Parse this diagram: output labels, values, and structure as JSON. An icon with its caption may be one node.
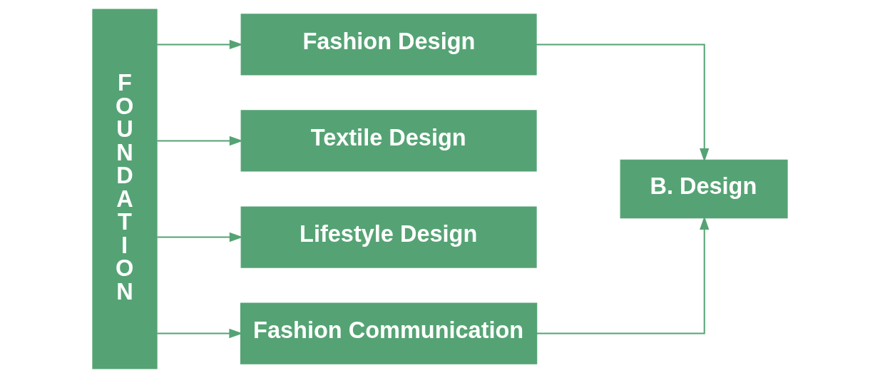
{
  "diagram": {
    "nodes": [
      {
        "text": [
          "FOUNDATION"
        ]
      },
      {
        "text": [
          "Fashion Design"
        ]
      },
      {
        "text": [
          "Textile Design"
        ]
      },
      {
        "text": [
          "Lifestyle Design"
        ]
      },
      {
        "text": [
          "Fashion Communication"
        ]
      },
      {
        "text": [
          "B. Design"
        ]
      }
    ],
    "edges": [
      {
        "from": 0,
        "to": 1,
        "arrow": "to"
      },
      {
        "from": 0,
        "to": 2,
        "arrow": "to"
      },
      {
        "from": 0,
        "to": 3,
        "arrow": "to"
      },
      {
        "from": 0,
        "to": 4,
        "arrow": "to"
      },
      {
        "from": 1,
        "to": 5,
        "arrow": "to"
      },
      {
        "from": 4,
        "to": 5,
        "arrow": "to"
      }
    ]
  }
}
